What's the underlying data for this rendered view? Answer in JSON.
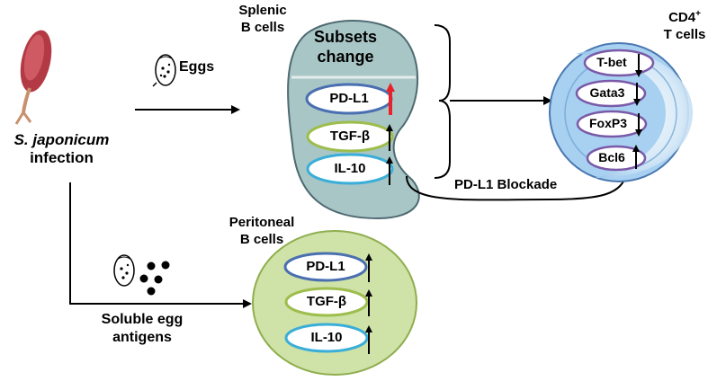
{
  "infection": {
    "name": "S. japonicum",
    "suffix": "infection"
  },
  "eggs_label": "Eggs",
  "soluble_antigens": {
    "line1": "Soluble egg",
    "line2": "antigens"
  },
  "splenic": {
    "title_line1": "Splenic",
    "title_line2": "B cells",
    "subsets_line1": "Subsets",
    "subsets_line2": "change",
    "markers": [
      {
        "label": "PD-L1",
        "direction": "up",
        "arrow_color": "#e8212b",
        "ring_color": "#4a6fb1"
      },
      {
        "label": "TGF-β",
        "direction": "up",
        "arrow_color": "#000000",
        "ring_color": "#9dbd4c"
      },
      {
        "label": "IL-10",
        "direction": "up",
        "arrow_color": "#000000",
        "ring_color": "#3aaed8"
      }
    ]
  },
  "cd4": {
    "title_line1": "CD4",
    "title_sup": "+",
    "title_line2": "T cells",
    "markers": [
      {
        "label": "T-bet",
        "direction": "down"
      },
      {
        "label": "Gata3",
        "direction": "down"
      },
      {
        "label": "FoxP3",
        "direction": "down"
      },
      {
        "label": "Bcl6",
        "direction": "up"
      }
    ]
  },
  "blockade_label": "PD-L1 Blockade",
  "peritoneal": {
    "title_line1": "Peritoneal",
    "title_line2": "B cells",
    "markers": [
      {
        "label": "PD-L1",
        "direction": "up",
        "ring_color": "#4a6fb1"
      },
      {
        "label": "TGF-β",
        "direction": "up",
        "ring_color": "#9dbd4c"
      },
      {
        "label": "IL-10",
        "direction": "up",
        "ring_color": "#3aaed8"
      }
    ]
  },
  "colors": {
    "spleen_fill": "#a9c6c6",
    "spleen_outline": "#4f6a72",
    "peritoneal_fill": "#cfe2a8",
    "peritoneal_outline": "#8fae4e",
    "tcell_outer": "#a8d0f0",
    "tcell_outline": "#4a78b0",
    "tcell_marker_ring": "#7a5aa8",
    "parasite": "#b33a45"
  }
}
